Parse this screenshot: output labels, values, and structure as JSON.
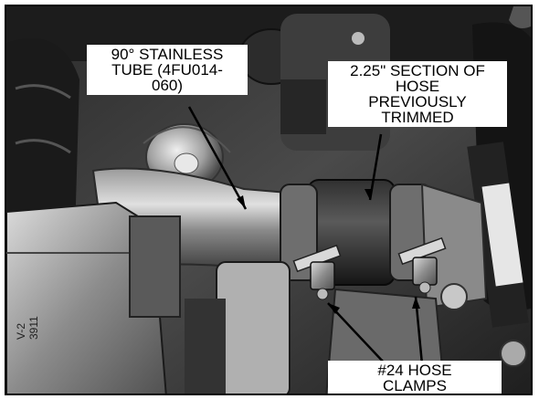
{
  "labels": {
    "tube": [
      "90° STAINLESS",
      "TUBE (4FU014-",
      "060)"
    ],
    "hose": [
      "2.25\" SECTION OF",
      "HOSE",
      "PREVIOUSLY",
      "TRIMMED"
    ],
    "clamps": [
      "#24 HOSE",
      "CLAMPS"
    ]
  },
  "stamps": {
    "part_a": "V-2",
    "part_b": "3911"
  }
}
